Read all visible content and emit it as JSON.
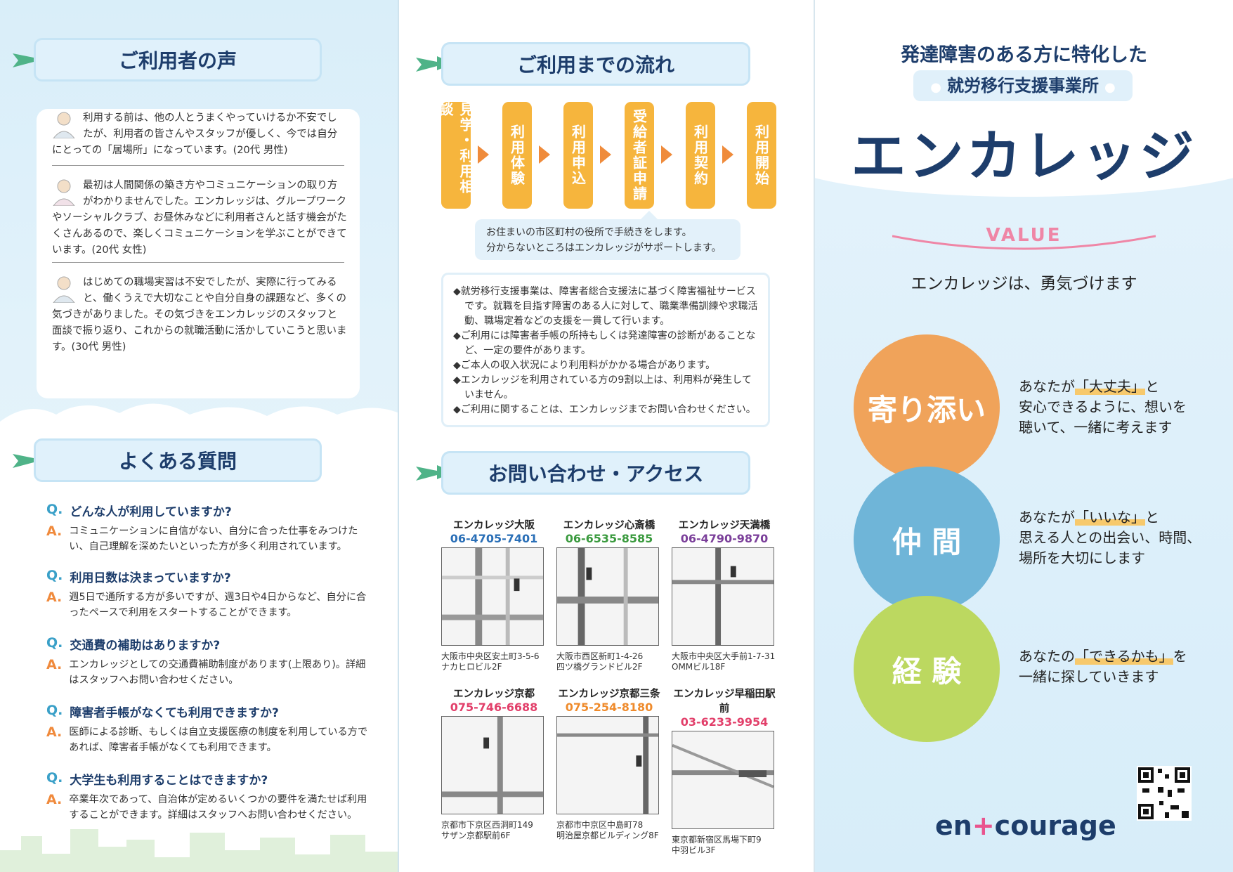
{
  "voices": {
    "title": "ご利用者の声",
    "items": [
      {
        "text": "利用する前は、他の人とうまくやっていけるか不安でしたが、利用者の皆さんやスタッフが優しく、今では自分にとっての「居場所」になっています。(20代 男性)"
      },
      {
        "text": "最初は人間関係の築き方やコミュニケーションの取り方がわかりませんでした。エンカレッジは、グループワークやソーシャルクラブ、お昼休みなどに利用者さんと話す機会がたくさんあるので、楽しくコミュニケーションを学ぶことができています。(20代 女性)"
      },
      {
        "text": "はじめての職場実習は不安でしたが、実際に行ってみると、働くうえで大切なことや自分自身の課題など、多くの気づきがありました。その気づきをエンカレッジのスタッフと面談で振り返り、これからの就職活動に活かしていこうと思います。(30代 男性)"
      }
    ]
  },
  "faq": {
    "title": "よくある質問",
    "q_label": "Q.",
    "a_label": "A.",
    "items": [
      {
        "q": "どんな人が利用していますか?",
        "a": "コミュニケーションに自信がない、自分に合った仕事をみつけたい、自己理解を深めたいといった方が多く利用されています。"
      },
      {
        "q": "利用日数は決まっていますか?",
        "a": "週5日で通所する方が多いですが、週3日や4日からなど、自分に合ったペースで利用をスタートすることができます。"
      },
      {
        "q": "交通費の補助はありますか?",
        "a": "エンカレッジとしての交通費補助制度があります(上限あり)。詳細はスタッフへお問い合わせください。"
      },
      {
        "q": "障害者手帳がなくても利用できますか?",
        "a": "医師による診断、もしくは自立支援医療の制度を利用している方であれば、障害者手帳がなくても利用できます。"
      },
      {
        "q": "大学生も利用することはできますか?",
        "a": "卒業年次であって、自治体が定めるいくつかの要件を満たせば利用することができます。詳細はスタッフへお問い合わせください。"
      }
    ]
  },
  "flow": {
    "title": "ご利用までの流れ",
    "steps": [
      "見学・利用相談",
      "利用体験",
      "利用申込",
      "受給者証申請",
      "利用契約",
      "利用開始"
    ],
    "note_line1": "お住まいの市区町村の役所で手続きをします。",
    "note_line2": "分からないところはエンカレッジがサポートします。",
    "notes": [
      "◆就労移行支援事業は、障害者総合支援法に基づく障害福祉サービスです。就職を目指す障害のある人に対して、職業準備訓練や求職活動、職場定着などの支援を一貫して行います。",
      "◆ご利用には障害者手帳の所持もしくは発達障害の診断があることなど、一定の要件があります。",
      "◆ご本人の収入状況により利用料がかかる場合があります。",
      "◆エンカレッジを利用されている方の9割以上は、利用料が発生していません。",
      "◆ご利用に関することは、エンカレッジまでお問い合わせください。"
    ]
  },
  "access": {
    "title": "お問い合わせ・アクセス",
    "offices": [
      {
        "name": "エンカレッジ大阪",
        "tel": "06-4705-7401",
        "color": "#2a6fb7",
        "addr1": "大阪市中央区安土町3-5-6",
        "addr2": "ナカヒロビル2F"
      },
      {
        "name": "エンカレッジ心斎橋",
        "tel": "06-6535-8585",
        "color": "#3a9a3e",
        "addr1": "大阪市西区新町1-4-26",
        "addr2": "四ツ橋グランドビル2F"
      },
      {
        "name": "エンカレッジ天満橋",
        "tel": "06-4790-9870",
        "color": "#7b3f9a",
        "addr1": "大阪市中央区大手前1-7-31",
        "addr2": "OMMビル18F"
      },
      {
        "name": "エンカレッジ京都",
        "tel": "075-746-6688",
        "color": "#e23f6a",
        "addr1": "京都市下京区西洞町149",
        "addr2": "サザン京都駅前6F"
      },
      {
        "name": "エンカレッジ京都三条",
        "tel": "075-254-8180",
        "color": "#ef8b2c",
        "addr1": "京都市中京区中島町78",
        "addr2": "明治屋京都ビルディング8F"
      },
      {
        "name": "エンカレッジ早稲田駅前",
        "tel": "03-6233-9954",
        "color": "#e23f6a",
        "addr1": "東京都新宿区馬場下町9",
        "addr2": "中羽ビル3F"
      }
    ]
  },
  "cover": {
    "tagline": "発達障害のある方に特化した",
    "pill": "就労移行支援事業所",
    "brand": "エンカレッジ",
    "value": "VALUE",
    "value_sub": "エンカレッジは、勇気づけます",
    "circles": [
      {
        "label": "寄り添い",
        "color": "#f0a35a",
        "pre": "あなたが",
        "hl": "「大丈夫」",
        "post": "と",
        "line2": "安心できるように、想いを",
        "line3": "聴いて、一緒に考えます"
      },
      {
        "label": "仲 間",
        "color": "#6fb5d8",
        "pre": "あなたが",
        "hl": "「いいな」",
        "post": "と",
        "line2": "思える人との出会い、時間、",
        "line3": "場所を大切にします"
      },
      {
        "label": "経 験",
        "color": "#bcd860",
        "pre": "あなたの",
        "hl": "「できるかも」",
        "post": "を",
        "line2": "一緒に探していきます",
        "line3": ""
      }
    ],
    "logo_left": "en",
    "logo_plus": "+",
    "logo_right": "courage"
  }
}
